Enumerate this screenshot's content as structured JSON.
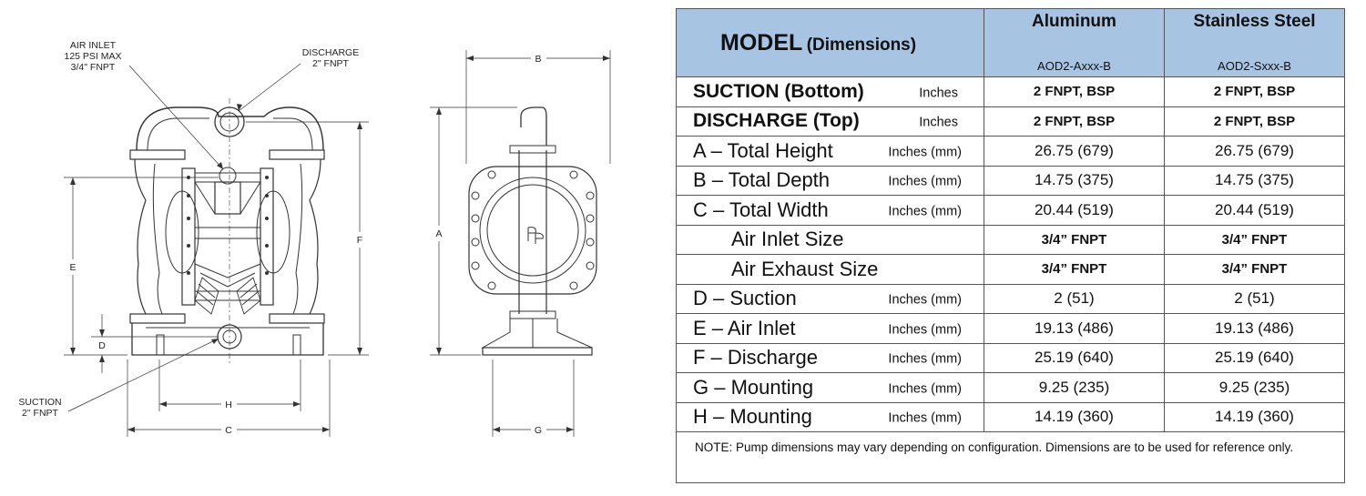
{
  "drawing": {
    "labels": {
      "air_inlet": [
        "AIR INLET",
        "125 PSI MAX",
        "3/4\" FNPT"
      ],
      "discharge": [
        "DISCHARGE",
        "2\" FNPT"
      ],
      "suction": [
        "SUCTION",
        "2\" FNPT"
      ],
      "dim_a": "A",
      "dim_b": "B",
      "dim_c": "C",
      "dim_d": "D",
      "dim_e": "E",
      "dim_f": "F",
      "dim_g": "G",
      "dim_h": "H"
    }
  },
  "table": {
    "model_title": "MODEL",
    "model_subtitle": "(Dimensions)",
    "columns": [
      {
        "material": "Aluminum",
        "code": "AOD2-Axxx-B"
      },
      {
        "material": "Stainless Steel",
        "code": "AOD2-Sxxx-B"
      }
    ],
    "rows": [
      {
        "label": "SUCTION (Bottom)",
        "unit": "Inches",
        "al": "2 FNPT, BSP",
        "ss": "2 FNPT, BSP"
      },
      {
        "label": "DISCHARGE (Top)",
        "unit": "Inches",
        "al": "2 FNPT, BSP",
        "ss": "2 FNPT, BSP"
      },
      {
        "label": "A – Total Height",
        "unit": "Inches (mm)",
        "al": "26.75 (679)",
        "ss": "26.75 (679)"
      },
      {
        "label": "B – Total Depth",
        "unit": "Inches (mm)",
        "al": "14.75 (375)",
        "ss": "14.75 (375)"
      },
      {
        "label": "C – Total Width",
        "unit": "Inches (mm)",
        "al": "20.44 (519)",
        "ss": "20.44 (519)"
      },
      {
        "label": "Air Inlet Size",
        "unit": "",
        "al": "3/4” FNPT",
        "ss": "3/4” FNPT"
      },
      {
        "label": "Air Exhaust Size",
        "unit": "",
        "al": "3/4” FNPT",
        "ss": "3/4” FNPT"
      },
      {
        "label": "D – Suction",
        "unit": "Inches (mm)",
        "al": "2 (51)",
        "ss": "2 (51)"
      },
      {
        "label": "E – Air Inlet",
        "unit": "Inches (mm)",
        "al": "19.13 (486)",
        "ss": "19.13 (486)"
      },
      {
        "label": "F – Discharge",
        "unit": "Inches (mm)",
        "al": "25.19 (640)",
        "ss": "25.19 (640)"
      },
      {
        "label": "G – Mounting",
        "unit": "Inches (mm)",
        "al": "9.25 (235)",
        "ss": "9.25 (235)"
      },
      {
        "label": "H – Mounting",
        "unit": "Inches (mm)",
        "al": "14.19 (360)",
        "ss": "14.19 (360)"
      }
    ],
    "note": "NOTE: Pump dimensions may vary depending on configuration.  Dimensions are to be used for reference only."
  }
}
